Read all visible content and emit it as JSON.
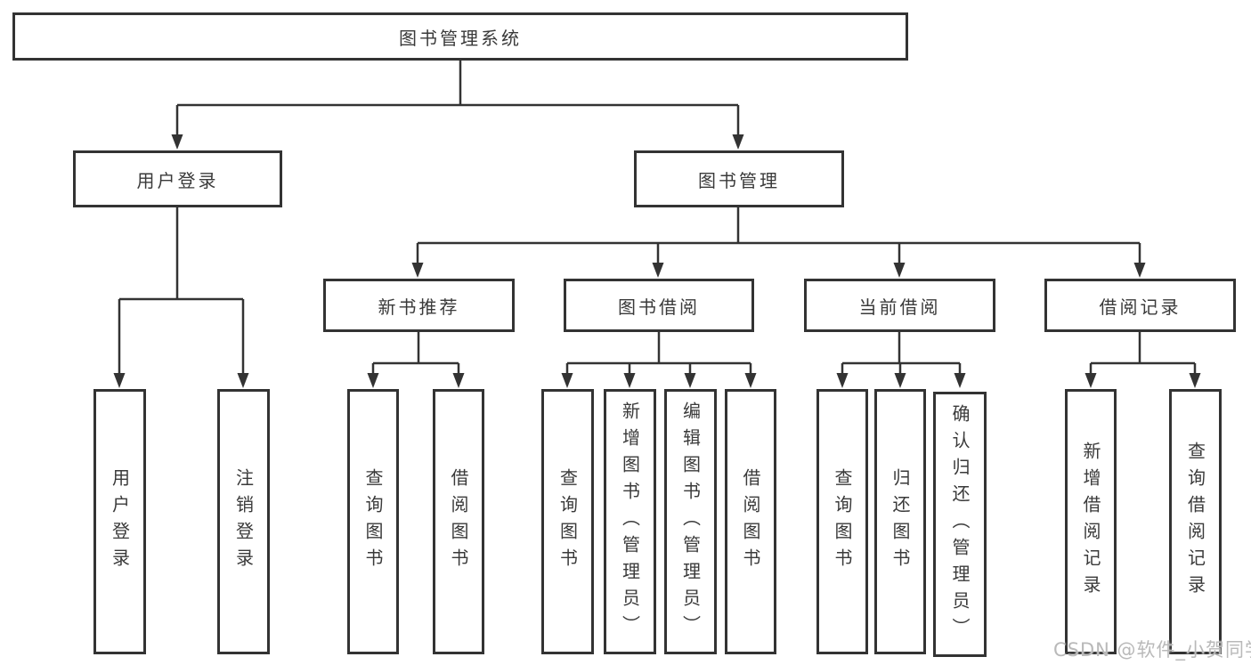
{
  "root": {
    "label": "图书管理系统"
  },
  "login": {
    "label": "用户登录",
    "children": [
      {
        "label": "用户登录"
      },
      {
        "label": "注销登录"
      }
    ]
  },
  "management": {
    "label": "图书管理",
    "sections": [
      {
        "label": "新书推荐",
        "children": [
          {
            "label": "查询图书"
          },
          {
            "label": "借阅图书"
          }
        ]
      },
      {
        "label": "图书借阅",
        "children": [
          {
            "label": "查询图书"
          },
          {
            "label": "新增图书（管理员）"
          },
          {
            "label": "编辑图书（管理员）"
          },
          {
            "label": "借阅图书"
          }
        ]
      },
      {
        "label": "当前借阅",
        "children": [
          {
            "label": "查询图书"
          },
          {
            "label": "归还图书"
          },
          {
            "label": "确认归还（管理员）"
          }
        ]
      },
      {
        "label": "借阅记录",
        "children": [
          {
            "label": "新增借阅记录"
          },
          {
            "label": "查询借阅记录"
          }
        ]
      }
    ]
  },
  "watermark": {
    "text": "CSDN @软件_小贺同学"
  },
  "colors": {
    "line": "#333333",
    "box_border": "#333333",
    "box_background": "#ffffff",
    "text": "#3a3a3a",
    "watermark": "#b9b9b9"
  }
}
